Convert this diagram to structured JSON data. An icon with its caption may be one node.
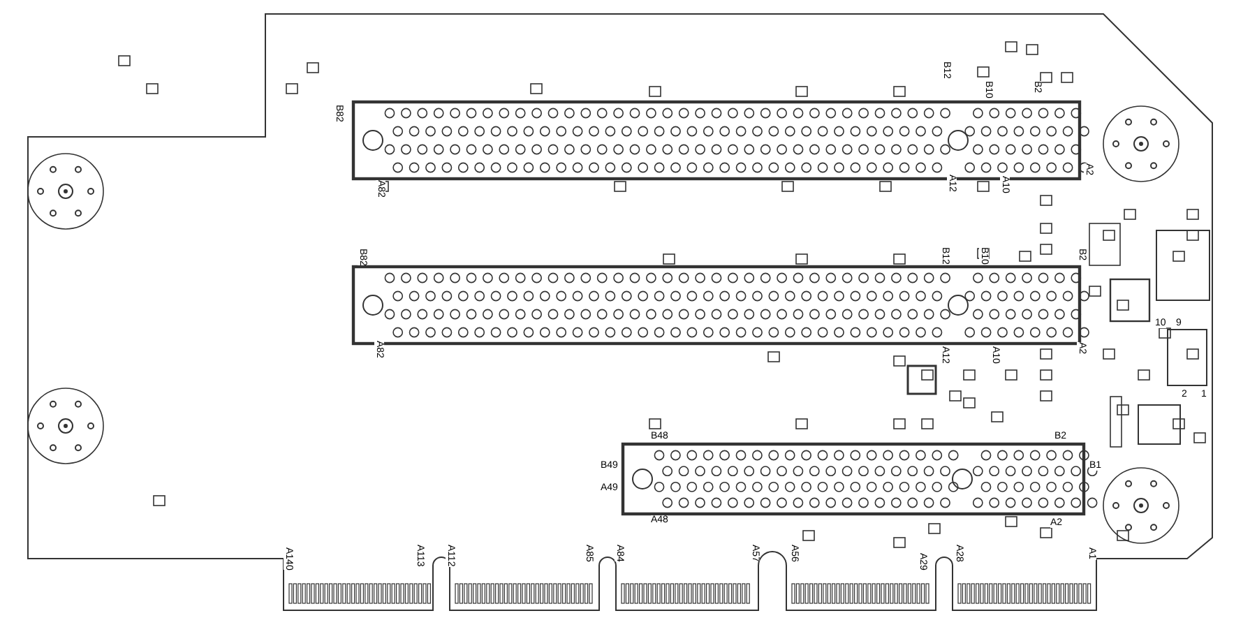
{
  "diagram": {
    "labels": [
      "B12",
      "B10",
      "B2",
      "B82",
      "A82",
      "A12",
      "A10",
      "A2",
      "B82",
      "B12",
      "B10",
      "B2",
      "A82",
      "A12",
      "A10",
      "A2",
      "10",
      "9",
      "2",
      "1",
      "B48",
      "B2",
      "B49",
      "B1",
      "A49",
      "A48",
      "A2",
      "A140",
      "A113",
      "A112",
      "A85",
      "A84",
      "A57",
      "A56",
      "A29",
      "A28",
      "A1"
    ]
  }
}
